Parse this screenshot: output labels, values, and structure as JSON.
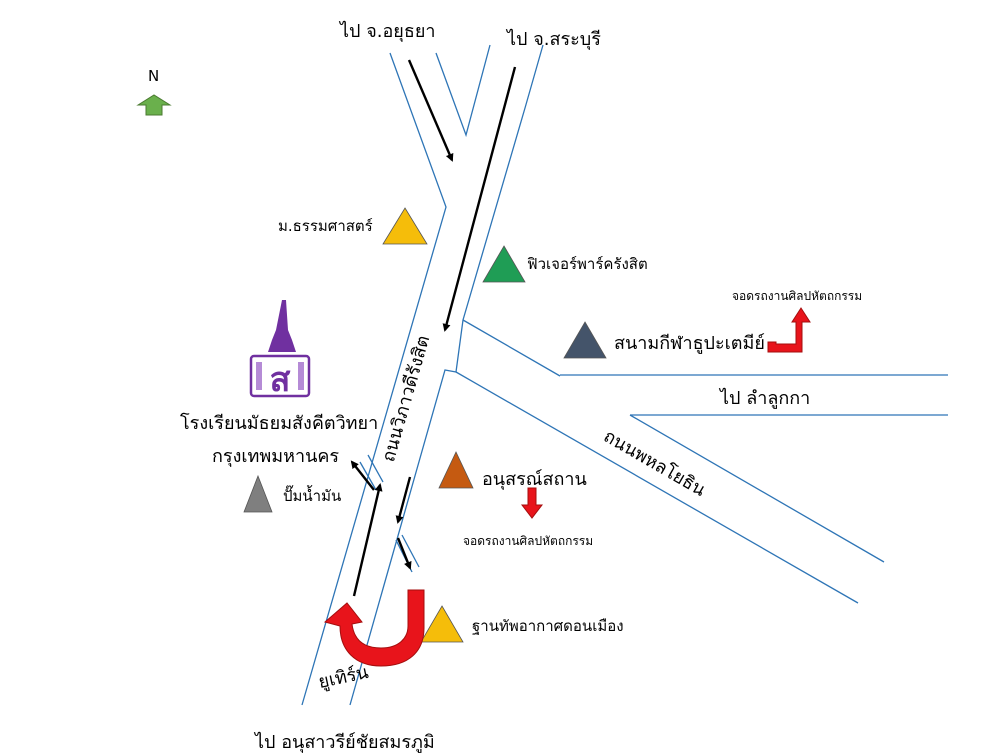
{
  "destinations": {
    "ayutthaya": "ไป จ.อยุธยา",
    "saraburi": "ไป จ.สระบุรี",
    "lamlukka": "ไป ลำลูกกา",
    "victory_monument": "ไป อนุสาวรีย์ชัยสมรภูมิ"
  },
  "compass": {
    "label": "N",
    "color": "#6ab04c"
  },
  "roads": {
    "vibhavadi": "ถนนวิภาวดีรังสิต",
    "phahonyothin": "ถนนพหลโยธิน",
    "u_turn": "ยูเทิร์น"
  },
  "landmarks": [
    {
      "name": "ม.ธรรมศาสตร์",
      "color": "#f5bd0a"
    },
    {
      "name": "ฟิวเจอร์พาร์ครังสิต",
      "color": "#1f9d55"
    },
    {
      "name": "สนามกีฬาธูปะเตมีย์",
      "color": "#44546a"
    },
    {
      "name": "อนุสรณ์สถาน",
      "color": "#c55a11"
    },
    {
      "name": "ปั๊มน้ำมัน",
      "color": "#7f7f7f"
    },
    {
      "name": "ฐานทัพอากาศดอนเมือง",
      "color": "#f5bd0a"
    }
  ],
  "parking": {
    "top": "จอดรถงานศิลปหัตถกรรม",
    "bottom": "จอดรถงานศิลปหัตถกรรม",
    "arrow_color": "#e8141b"
  },
  "school": {
    "line1": "โรงเรียนมัธยมสังคีตวิทยา",
    "line2": "กรุงเทพมหานคร",
    "logo_color": "#7030a0"
  },
  "road_color": "#2e75b6"
}
